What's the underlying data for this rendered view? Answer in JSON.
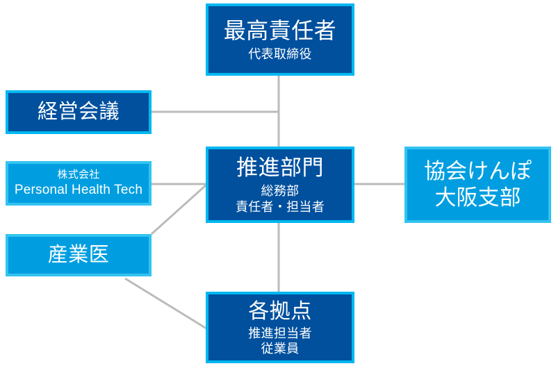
{
  "diagram": {
    "type": "organization-chart",
    "colors": {
      "dark_blue_fill": "#00509E",
      "dark_blue_border": "#00B7F0",
      "light_blue_fill": "#009EE0",
      "light_blue_border": "#33C3F0",
      "connector_line": "#BBBBBB",
      "text": "#FFFFFF",
      "background": "#FFFFFF"
    },
    "nodes": {
      "top": {
        "title": "最高責任者",
        "sub1": "代表取締役",
        "style": "dark"
      },
      "meeting": {
        "title": "経営会議",
        "style": "dark"
      },
      "pht": {
        "line1": "株式会社",
        "line2": "Personal Health Tech",
        "style": "light"
      },
      "doctor": {
        "title": "産業医",
        "style": "light"
      },
      "center": {
        "title": "推進部門",
        "sub1": "総務部",
        "sub2": "責任者・担当者",
        "style": "dark"
      },
      "kenpo": {
        "line1": "協会けんぽ",
        "line2": "大阪支部",
        "style": "light"
      },
      "sites": {
        "title": "各拠点",
        "sub1": "推進担当者",
        "sub2": "従業員",
        "style": "dark"
      }
    },
    "connections": [
      {
        "from": "top",
        "to": "center",
        "kind": "vertical"
      },
      {
        "from": "meeting",
        "to": "center",
        "kind": "horizontal-to-vertical-stem"
      },
      {
        "from": "pht",
        "to": "center",
        "kind": "horizontal"
      },
      {
        "from": "doctor",
        "to": "center",
        "kind": "diagonal"
      },
      {
        "from": "center",
        "to": "kenpo",
        "kind": "horizontal"
      },
      {
        "from": "center",
        "to": "sites",
        "kind": "vertical"
      },
      {
        "from": "doctor",
        "to": "sites",
        "kind": "diagonal"
      }
    ]
  }
}
